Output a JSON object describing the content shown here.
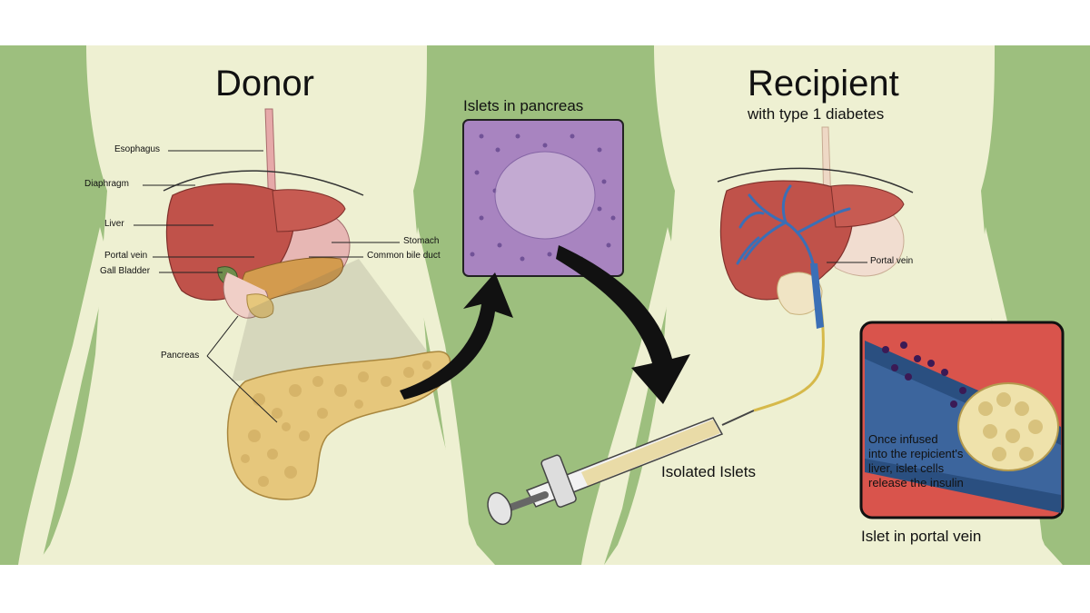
{
  "donor": {
    "title": "Donor"
  },
  "recipient": {
    "title": "Recipient",
    "subtitle": "with type 1 diabetes"
  },
  "labels": {
    "esophagus": "Esophagus",
    "diaphragm": "Diaphragm",
    "liver": "Liver",
    "portal_vein": "Portal vein",
    "gall_bladder": "Gall Bladder",
    "stomach": "Stomach",
    "common_bile_duct": "Common bile duct",
    "pancreas": "Pancreas",
    "recipient_portal_vein": "Portal vein"
  },
  "captions": {
    "islets_in_pancreas": "Islets in pancreas",
    "isolated_islets": "Isolated Islets",
    "islet_in_portal_vein": "Islet in portal vein"
  },
  "inset": {
    "line1": "Once infused",
    "line2": "into the repicient's",
    "line3": "liver, islet cells",
    "line4": "release the insulin"
  },
  "colors": {
    "background_green": "#9dbf7e",
    "body_silhouette": "#eef0d2",
    "liver": "#c0524a",
    "pancreas": "#e6c77c",
    "stomach": "#e7b7b4",
    "vein_blue": "#3b6fb6",
    "histology_purple": "#a884c0",
    "inset_red": "#d9544c",
    "inset_blue": "#2a4f80"
  }
}
